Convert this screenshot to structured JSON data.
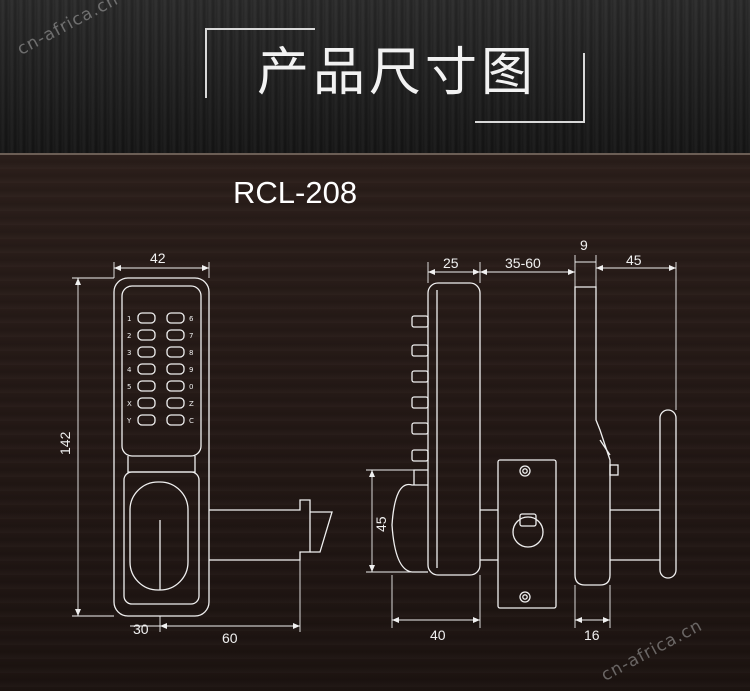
{
  "header": {
    "title": "产品尺寸图"
  },
  "model": "RCL-208",
  "watermark": "cn-africa.cn",
  "colors": {
    "line": "#f0f0f0",
    "background": "#231815",
    "banner": "#1e1e1e"
  },
  "dimensions": {
    "front_width": "42",
    "front_height": "142",
    "bottom_offset": "30",
    "backset": "60",
    "side_depth": "25",
    "door_range": "35-60",
    "knob_height": "45",
    "side_bottom": "40",
    "rear_plate": "9",
    "lever_depth": "45",
    "rear_bottom": "16"
  },
  "keypad": {
    "left": [
      "1",
      "2",
      "3",
      "4",
      "5",
      "X",
      "Y"
    ],
    "right": [
      "6",
      "7",
      "8",
      "9",
      "0",
      "Z",
      "C"
    ]
  }
}
